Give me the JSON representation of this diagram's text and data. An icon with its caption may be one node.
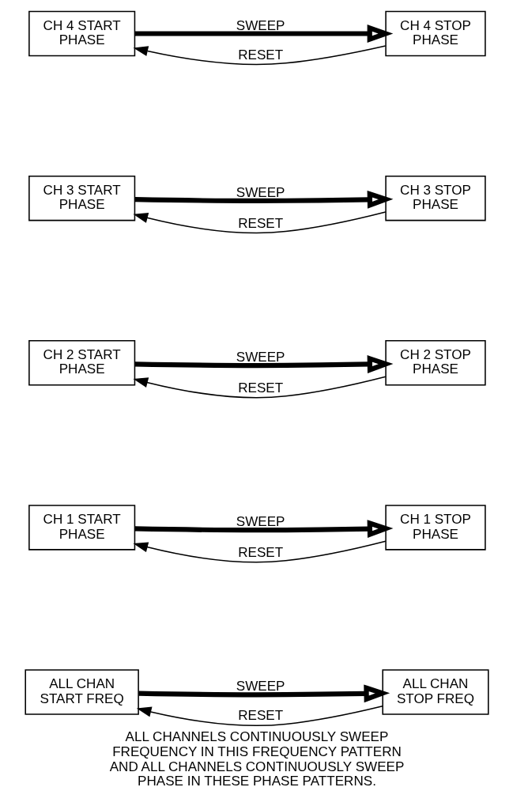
{
  "diagram": {
    "caption": "ALL CHANNELS CONTINUOUSLY SWEEP FREQUENCY IN THIS FREQUENCY PATTERN AND ALL CHANNELS CONTINUOUSLY SWEEP PHASE IN THESE PHASE PATTERNS.",
    "nodes": [
      {
        "text": [
          "ALL CHAN START FREQ"
        ]
      },
      {
        "text": [
          "ALL CHAN STOP FREQ"
        ]
      },
      {
        "text": [
          "CH 1 START PHASE"
        ]
      },
      {
        "text": [
          "CH 1 STOP PHASE"
        ]
      },
      {
        "text": [
          "CH 2 START PHASE"
        ]
      },
      {
        "text": [
          "CH 2 STOP PHASE"
        ]
      },
      {
        "text": [
          "CH 3 START PHASE"
        ]
      },
      {
        "text": [
          "CH 3 STOP PHASE"
        ]
      },
      {
        "text": [
          "CH 4 START PHASE"
        ]
      },
      {
        "text": [
          "CH 4 STOP PHASE"
        ]
      }
    ],
    "edges": [
      {
        "from": 0,
        "to": 1,
        "arrow": "to",
        "label": "SWEEP",
        "style": "thick"
      },
      {
        "from": 1,
        "to": 0,
        "arrow": "to",
        "label": "RESET"
      },
      {
        "from": 2,
        "to": 3,
        "arrow": "to",
        "label": "SWEEP",
        "style": "thick"
      },
      {
        "from": 3,
        "to": 2,
        "arrow": "to",
        "label": "RESET"
      },
      {
        "from": 4,
        "to": 5,
        "arrow": "to",
        "label": "SWEEP",
        "style": "thick"
      },
      {
        "from": 5,
        "to": 4,
        "arrow": "to",
        "label": "RESET"
      },
      {
        "from": 6,
        "to": 7,
        "arrow": "to",
        "label": "SWEEP",
        "style": "thick"
      },
      {
        "from": 7,
        "to": 6,
        "arrow": "to",
        "label": "RESET"
      },
      {
        "from": 8,
        "to": 9,
        "arrow": "to",
        "label": "SWEEP",
        "style": "thick"
      },
      {
        "from": 9,
        "to": 8,
        "arrow": "to",
        "label": "RESET"
      }
    ]
  }
}
